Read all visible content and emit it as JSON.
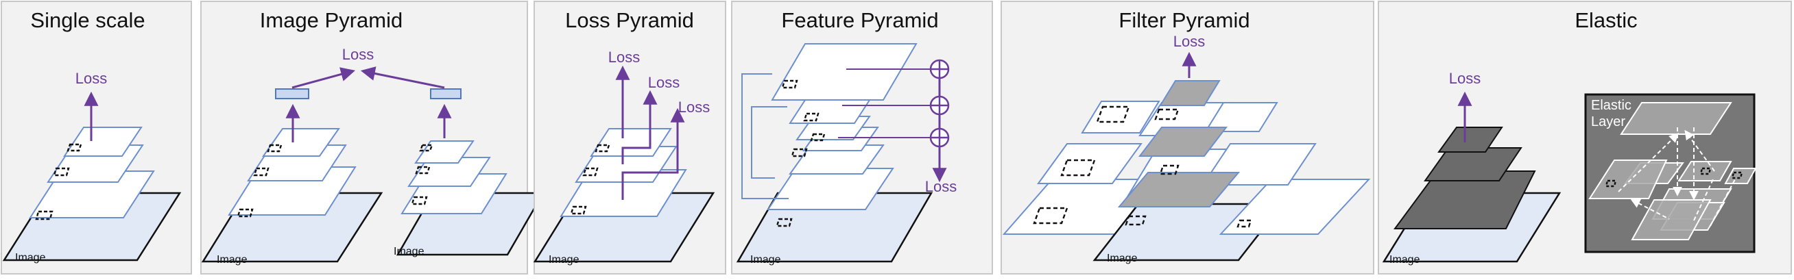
{
  "colors": {
    "panel_bg": "#f2f2f2",
    "panel_border": "#c8c8c8",
    "layer_fill": "#ffffff",
    "layer_stroke": "#6b8fd0",
    "image_fill": "#e1e8f6",
    "image_stroke": "#111111",
    "flow": "#6a3d9a",
    "dark_layer": "#6b6b6b",
    "grey_layer": "#a8a8a8",
    "elastic_bg": "#777777"
  },
  "panels": [
    {
      "title": "Single scale",
      "image_label": "Image",
      "loss_labels": [
        "Loss"
      ]
    },
    {
      "title": "Image Pyramid",
      "image_label": "Image",
      "second_image_label": "Image",
      "loss_labels": [
        "Loss"
      ]
    },
    {
      "title": "Loss Pyramid",
      "image_label": "Image",
      "loss_labels": [
        "Loss",
        "Loss",
        "Loss"
      ]
    },
    {
      "title": "Feature Pyramid",
      "image_label": "Image",
      "loss_labels": [
        "Loss"
      ]
    },
    {
      "title": "Filter Pyramid",
      "image_label": "Image",
      "loss_labels": [
        "Loss"
      ]
    },
    {
      "title": "Elastic",
      "image_label": "Image",
      "loss_labels": [
        "Loss"
      ],
      "inset_label_line1": "Elastic",
      "inset_label_line2": "Layer"
    }
  ]
}
